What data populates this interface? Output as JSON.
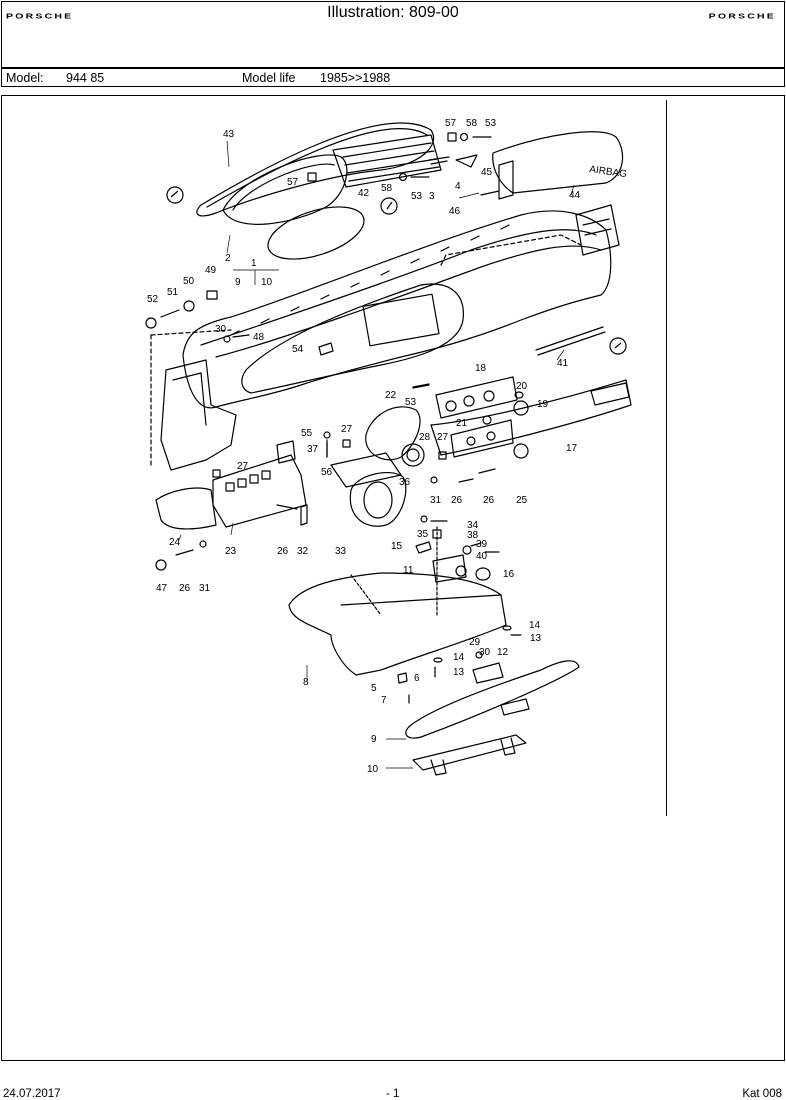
{
  "header": {
    "brand_left": "PORSCHE",
    "title": "Illustration: 809-00",
    "brand_right": "PORSCHE"
  },
  "model_bar": {
    "model_label": "Model:",
    "model_value": "944 85",
    "life_label": "Model life",
    "life_value": "1985>>1988"
  },
  "diagram": {
    "labels": [
      "43",
      "57",
      "58",
      "53",
      "57",
      "58",
      "53",
      "3",
      "4",
      "45",
      "46",
      "44",
      "42",
      "2",
      "1",
      "9",
      "10",
      "49",
      "50",
      "51",
      "52",
      "30",
      "48",
      "54",
      "53",
      "18",
      "20",
      "19",
      "21",
      "22",
      "55",
      "27",
      "37",
      "56",
      "28",
      "27",
      "17",
      "27",
      "36",
      "31",
      "26",
      "26",
      "25",
      "24",
      "23",
      "26",
      "32",
      "33",
      "34",
      "35",
      "38",
      "15",
      "39",
      "40",
      "11",
      "16",
      "47",
      "26",
      "31",
      "14",
      "13",
      "29",
      "30",
      "12",
      "14",
      "13",
      "8",
      "5",
      "6",
      "7",
      "9",
      "10",
      "41"
    ],
    "airbag_text": "AIRBAG"
  },
  "footer": {
    "date": "24.07.2017",
    "page": "- 1",
    "code": "Kat 008"
  }
}
